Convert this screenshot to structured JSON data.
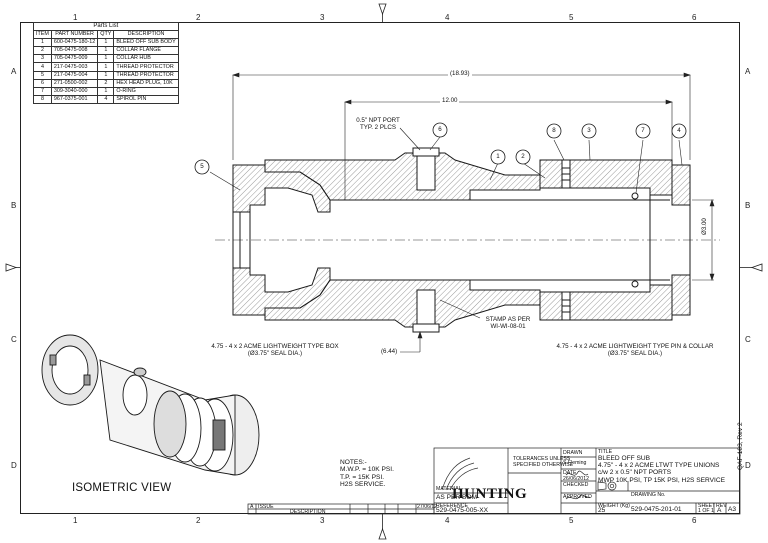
{
  "zones": {
    "top": [
      "1",
      "2",
      "3",
      "4",
      "5",
      "6"
    ],
    "bottom": [
      "1",
      "2",
      "3",
      "4",
      "5",
      "6"
    ],
    "left": [
      "A",
      "B",
      "C",
      "D"
    ],
    "right": [
      "A",
      "B",
      "C",
      "D"
    ]
  },
  "parts_list": {
    "title": "Parts List",
    "headers": [
      "ITEM",
      "PART NUMBER",
      "QTY",
      "DESCRIPTION"
    ],
    "rows": [
      [
        "1",
        "600-0475-180-12",
        "1",
        "BLEED OFF SUB BODY"
      ],
      [
        "2",
        "705-0475-008",
        "1",
        "COLLAR FLANGE"
      ],
      [
        "3",
        "705-0475-009",
        "1",
        "COLLAR HUB"
      ],
      [
        "4",
        "217-0475-003",
        "1",
        "THREAD PROTECTOR"
      ],
      [
        "5",
        "217-0475-004",
        "1",
        "THREAD PROTECTOR"
      ],
      [
        "6",
        "271-0500-002",
        "2",
        "HEX HEAD PLUG, 10K"
      ],
      [
        "7",
        "309-3040-000",
        "1",
        "O-RING"
      ],
      [
        "8",
        "967-0375-001",
        "4",
        "SPIROL PIN"
      ]
    ]
  },
  "dimensions": {
    "overall": "(18.93)",
    "inner": "12.00",
    "bore": "Ø3.00",
    "offset": "(6.44)"
  },
  "callouts": [
    "1",
    "2",
    "3",
    "4",
    "5",
    "6",
    "7",
    "8"
  ],
  "annotations": {
    "port": "0.5\" NPT PORT",
    "port_typ": "TYP. 2 PLCS",
    "stamp_1": "STAMP AS PER",
    "stamp_2": "WI-WI-08-01",
    "box_1": "4.75 - 4 x 2 ACME LIGHTWEIGHT TYPE BOX",
    "box_2": "(Ø3.75\" SEAL DIA.)",
    "pin_1": "4.75 - 4 x 2 ACME LIGHTWEIGHT TYPE PIN & COLLAR",
    "pin_2": "(Ø3.75\" SEAL DIA.)"
  },
  "notes": {
    "title": "NOTES:-",
    "lines": [
      "M.W.P. = 10K PSI.",
      "T.P. = 15K PSI.",
      "H2S SERVICE."
    ]
  },
  "iso_label": "ISOMETRIC VIEW",
  "title_block": {
    "company": "HUNTING",
    "tolerances_1": "TOLERANCES UNLESS",
    "tolerances_2": "SPECIFIED OTHERWISE",
    "drawn_label": "DRAWN",
    "drawn_by": "S.Fleming",
    "date_label": "DATE",
    "date": "26/06/2012",
    "checked_label": "CHECKED",
    "approved_label": "APPROVED",
    "material_label": "MATERIAL",
    "material": "AS PER BOM",
    "reference_label": "REFERENCE",
    "reference": "529-0475-005-XX",
    "weight_label": "WEIGHT (Kg)",
    "weight": "25",
    "title_label": "TITLE",
    "title_lines": [
      "BLEED OFF SUB",
      "4.75\" - 4 x 2 ACME LTWT TYPE UNIONS",
      "c/w 2 x 0.5\" NPT PORTS",
      "MWP 10K PSI, TP 15K PSI, H2S SERVICE"
    ],
    "drawing_no_label": "DRAWING No.",
    "drawing_no": "529-0475-201-01",
    "sheet_label": "SHEET",
    "sheet": "1 OF 1",
    "rev_label": "REV",
    "rev": "A",
    "size": "A3",
    "issue_label": "ISSUE",
    "issue_rev": "A",
    "issue_date": "27/06/12",
    "desc_label": "DESCRIPTION",
    "side_code": "QAF-103, Rev 2"
  },
  "colors": {
    "line": "#1a1a1a",
    "hatch": "#555555",
    "paper": "#ffffff"
  }
}
